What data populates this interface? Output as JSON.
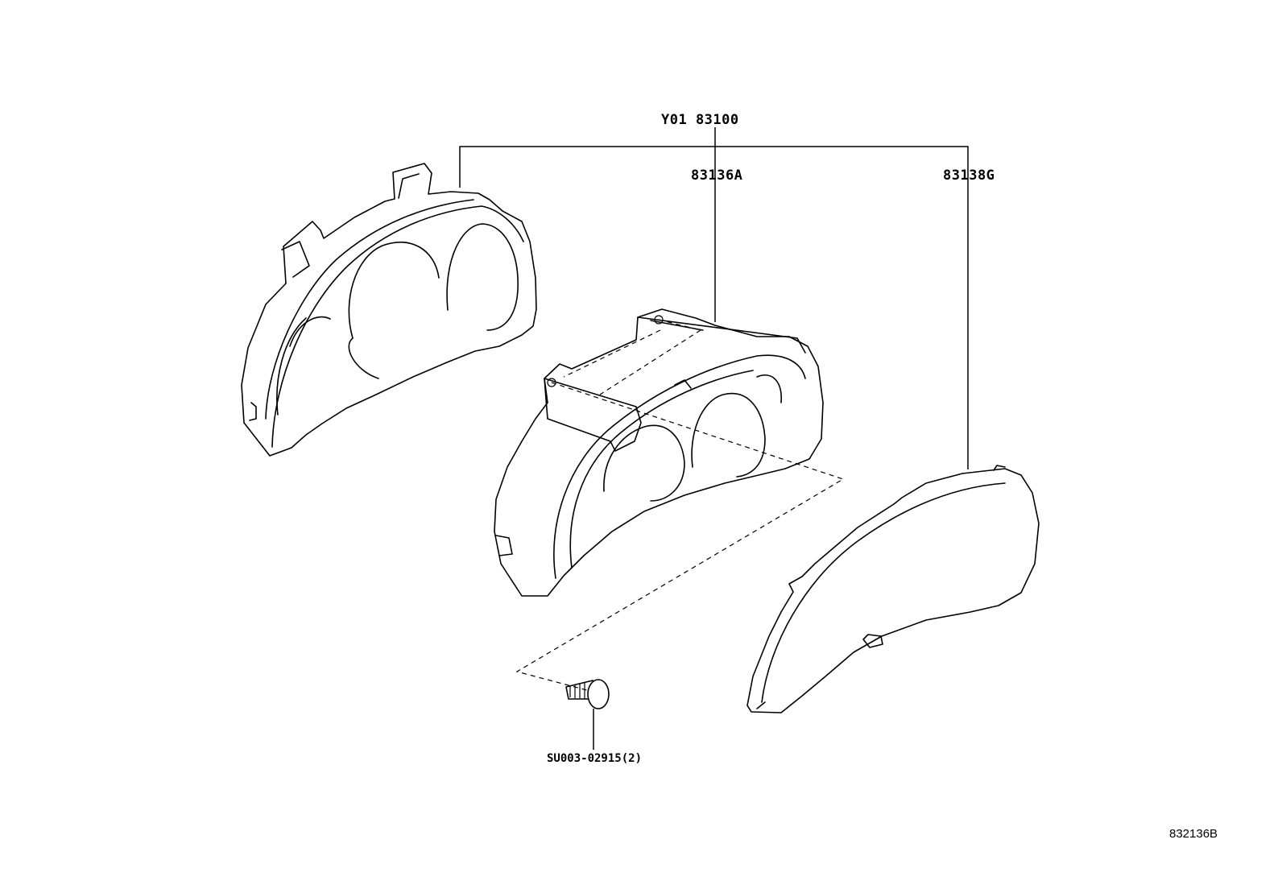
{
  "labels": {
    "assembly": "Y01 83100",
    "bezel": "83136A",
    "glass": "83138G",
    "screw": "SU003-02915(2)",
    "illustration_ref": "832136B"
  }
}
